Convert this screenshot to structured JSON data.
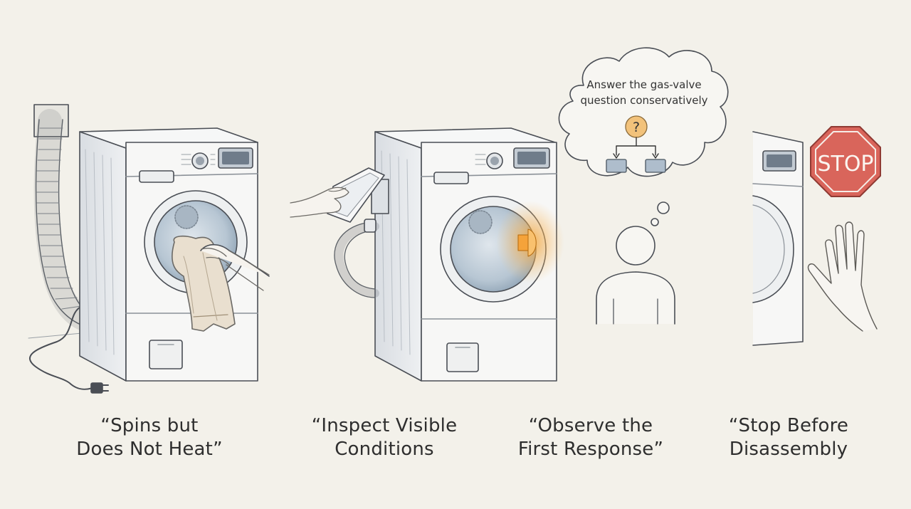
{
  "panels": [
    {
      "id": "spins",
      "caption_line1": "“Spins but",
      "caption_line2": "Does Not Heat”"
    },
    {
      "id": "inspect",
      "caption_line1": "“Inspect Visible",
      "caption_line2": "Conditions"
    },
    {
      "id": "observe",
      "caption_line1": "“Observe the",
      "caption_line2": "First Response”"
    },
    {
      "id": "stop",
      "caption_line1": "“Stop Before",
      "caption_line2": "Disassembly"
    }
  ],
  "thought_bubble": {
    "line1": "Answer the gas-valve",
    "line2": "question conservatively",
    "question_mark": "?"
  },
  "stop_sign": {
    "label": "STOP"
  },
  "colors": {
    "background": "#f3f1ea",
    "line": "#4a4e55",
    "stop_red": "#d9655b",
    "glow_orange": "#f5a33a",
    "question_badge": "#f2c27b",
    "drum_blue": "#b9c8d6"
  },
  "icons": [
    "dryer-icon",
    "vent-hose-icon",
    "power-plug-icon",
    "towel-icon",
    "tablet-icon",
    "hand-icon",
    "thought-cloud-icon",
    "question-icon",
    "flowchart-icon",
    "person-icon",
    "stop-sign-icon",
    "raised-hand-icon"
  ]
}
